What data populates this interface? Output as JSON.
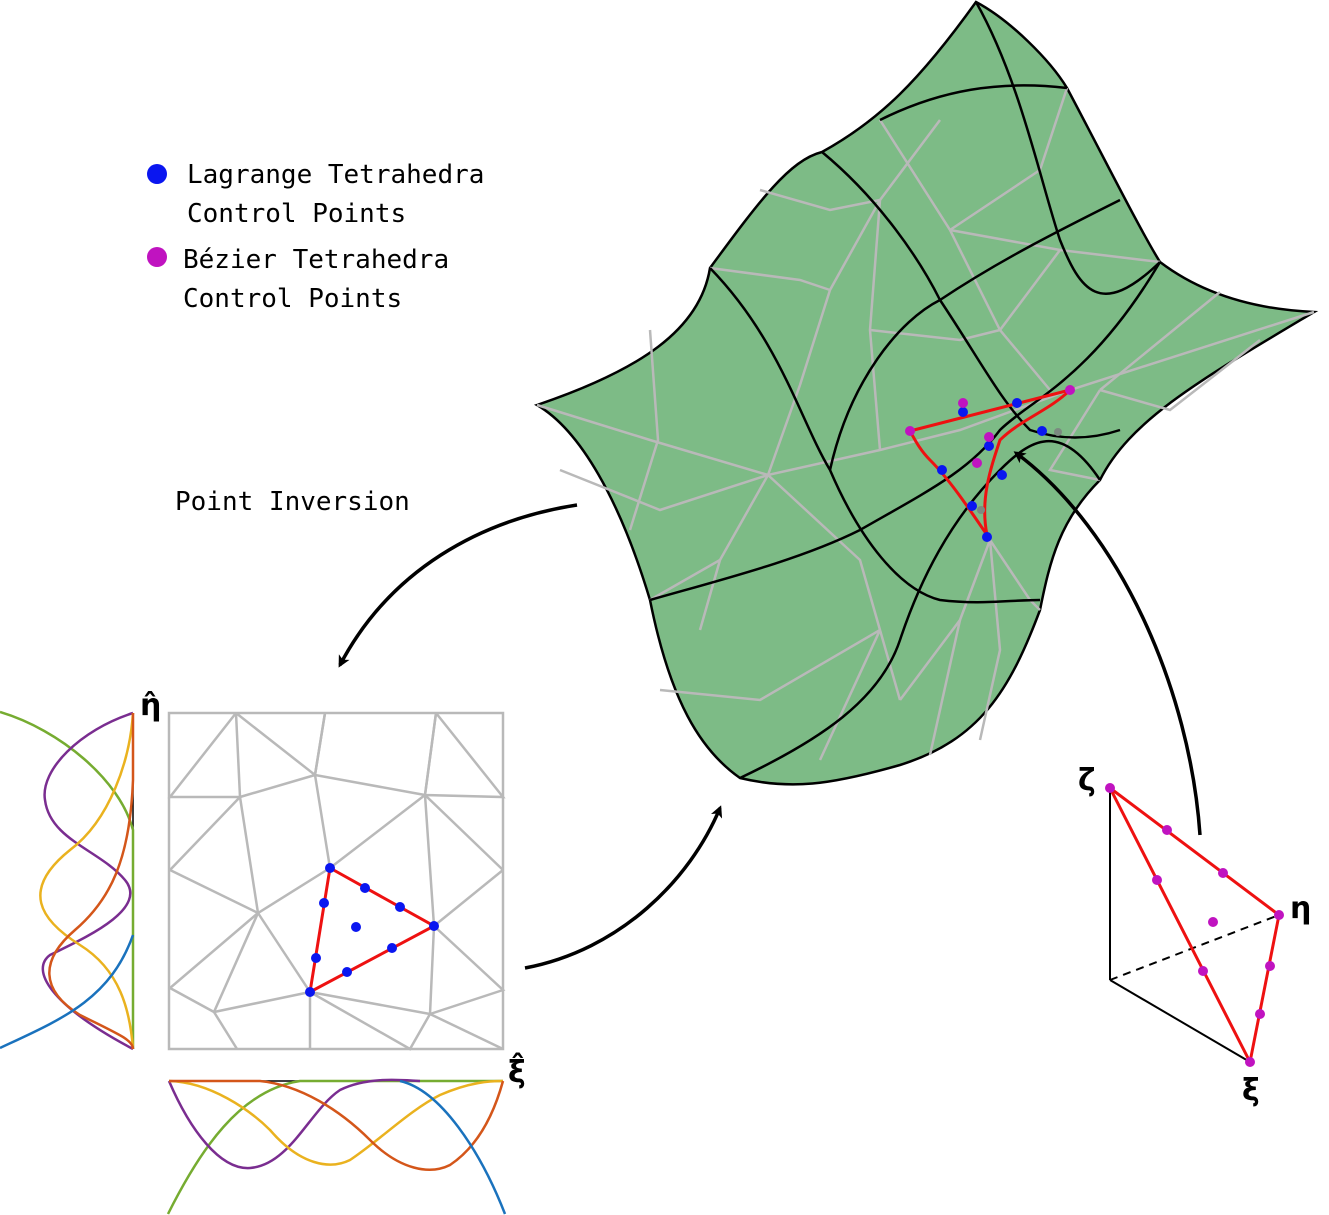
{
  "legend": {
    "lagrange_label_line1": "Lagrange Tetrahedra",
    "lagrange_label_line2": "Control Points",
    "bezier_label_line1": "Bézier Tetrahedra",
    "bezier_label_line2": "Control Points"
  },
  "captions": {
    "point_inversion": "Point Inversion"
  },
  "axes": {
    "eta_hat": "η̂",
    "xi_hat": "ξ̂",
    "zeta": "ζ",
    "eta": "η",
    "xi": "ξ"
  },
  "colors": {
    "surface_fill": "#7dbb86",
    "surface_edge": "#000000",
    "mesh_gray": "#b9b9b9",
    "element_red": "#ee1111",
    "lagrange_blue": "#0a16f0",
    "bezier_magenta": "#c013c0",
    "basis_blue": "#1a72bd",
    "basis_orange": "#d4561a",
    "basis_yellow": "#eab21f",
    "basis_purple": "#7a2d90",
    "basis_green": "#76ac31"
  }
}
